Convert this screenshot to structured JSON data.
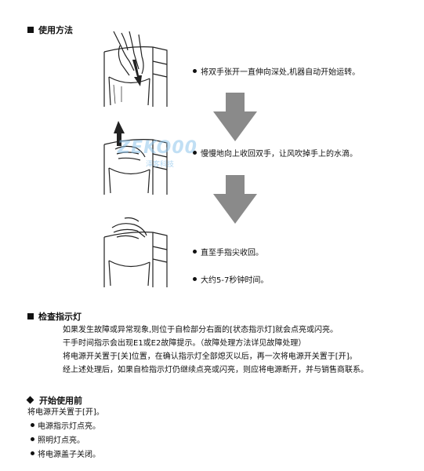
{
  "sections": {
    "usage": {
      "title": "使用方法",
      "steps": [
        "将双手张开一直伸向深处,机器自动开始运转。",
        "慢慢地向上收回双手，让风吹掉手上的水滴。",
        "直至手指尖收回。",
        "大约5-7秒钟时间。"
      ]
    },
    "indicator": {
      "title": "检查指示灯",
      "lines": [
        "如果发生故障或异常现象,则位于自检部分右面的[状态指示灯]就会点亮或闪亮。",
        "干手时间指示会出现E1或E2故障提示。（故障处理方法详见故障处理）",
        "将电源开关置于[关]位置，在确认指示灯全部熄灭以后，再一次将电源开关置于[开]。",
        "经上述处理后，如果自检指示灯仍继续点亮或闪亮，则应将电源断开，并与销售商联系。"
      ]
    },
    "before_use": {
      "title": "开始使用前",
      "intro": "将电源开关置于[开]。",
      "items": [
        "电源指示灯点亮。",
        "照明灯点亮。",
        "将电源盖子关闭。"
      ]
    }
  },
  "watermark": {
    "main": "ZEKO00",
    "sub": "泽客科技"
  },
  "colors": {
    "arrow": "#8a8a8a",
    "watermark": "#8fc5ec"
  }
}
